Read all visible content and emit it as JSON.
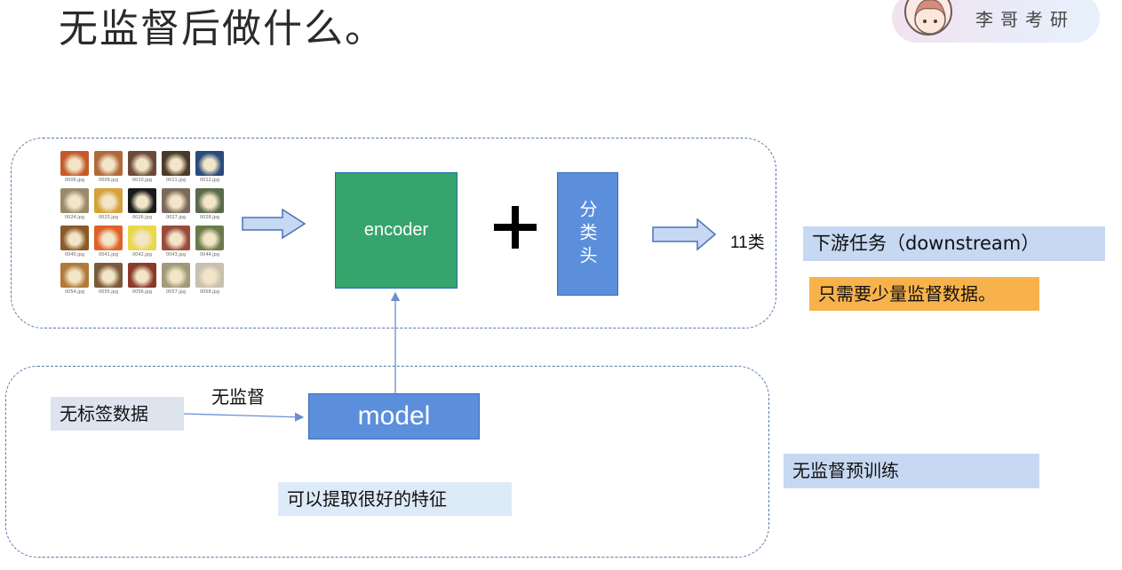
{
  "slide": {
    "title": "无监督后做什么。",
    "brand_name": "李哥考研"
  },
  "diagram": {
    "encoder_label": "encoder",
    "classifier_label": "分类头",
    "output_label": "11类",
    "downstream_task_label": "下游任务（downstream）",
    "few_labels_note": "只需要少量监督数据。",
    "unlabeled_data_label": "无标签数据",
    "unsupervised_edge_label": "无监督",
    "model_label": "model",
    "features_note": "可以提取很好的特征",
    "pretraining_label": "无监督预训练",
    "food_images": [
      {
        "label": "0006.jpg",
        "color": "#c45a2a"
      },
      {
        "label": "0009.jpg",
        "color": "#b06a3a"
      },
      {
        "label": "0010.jpg",
        "color": "#6b4a3a"
      },
      {
        "label": "0011.jpg",
        "color": "#4a3a2a"
      },
      {
        "label": "0012.jpg",
        "color": "#2a4a7a"
      },
      {
        "label": "0024.jpg",
        "color": "#9a8a6a"
      },
      {
        "label": "0025.jpg",
        "color": "#d4a23a"
      },
      {
        "label": "0026.jpg",
        "color": "#1a1a1a"
      },
      {
        "label": "0027.jpg",
        "color": "#7a6a5a"
      },
      {
        "label": "0028.jpg",
        "color": "#5a6a4a"
      },
      {
        "label": "0040.jpg",
        "color": "#8a5a2a"
      },
      {
        "label": "0041.jpg",
        "color": "#e0602a"
      },
      {
        "label": "0042.jpg",
        "color": "#e8d84a"
      },
      {
        "label": "0043.jpg",
        "color": "#9a4a3a"
      },
      {
        "label": "0044.jpg",
        "color": "#6a7a4a"
      },
      {
        "label": "0054.jpg",
        "color": "#b07a3a"
      },
      {
        "label": "0055.jpg",
        "color": "#7a5a3a"
      },
      {
        "label": "0056.jpg",
        "color": "#8a3a2a"
      },
      {
        "label": "0057.jpg",
        "color": "#a09a7a"
      },
      {
        "label": "0058.jpg",
        "color": "#c8c0b0"
      }
    ]
  },
  "colors": {
    "encoder": "#35a56d",
    "model": "#5b8fdc",
    "highlight_blue": "#c6d8f2",
    "highlight_orange": "#f7b24c",
    "dashed_border": "#5878aa"
  }
}
